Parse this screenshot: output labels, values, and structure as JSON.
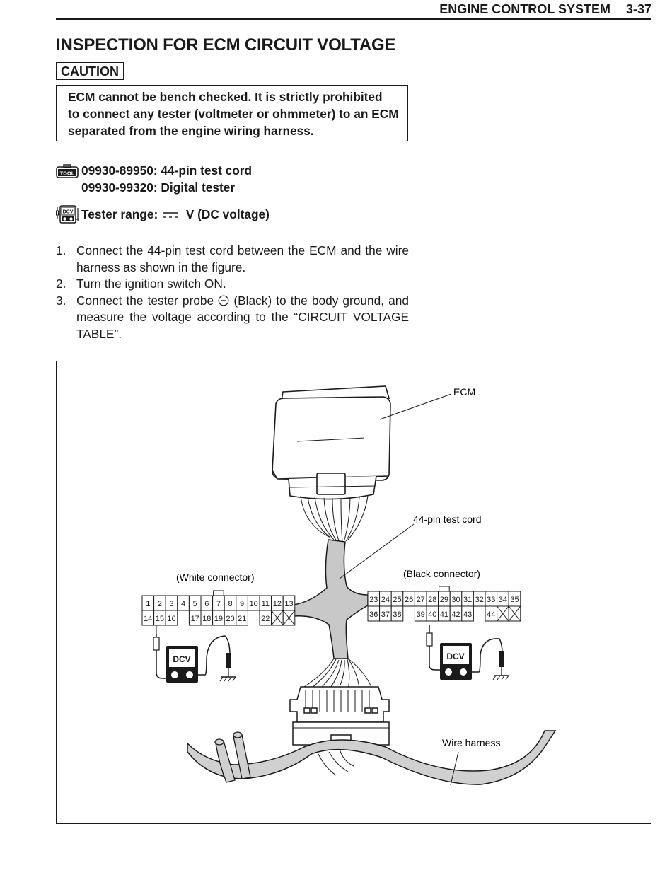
{
  "header": {
    "section": "ENGINE CONTROL SYSTEM",
    "page": "3-37"
  },
  "title": "INSPECTION FOR ECM CIRCUIT VOLTAGE",
  "caution": {
    "label": "CAUTION",
    "lines": [
      "ECM cannot be bench checked. It is strictly prohibited",
      "to connect any tester (voltmeter or ohmmeter) to an ECM",
      "separated from the engine wiring harness."
    ]
  },
  "tools": {
    "icon": "tool-icon",
    "icon_text": "TOOL",
    "items": [
      "09930-89950: 44-pin test cord",
      "09930-99320: Digital tester"
    ]
  },
  "tester_range": {
    "icon": "dcv-tester-icon",
    "icon_text": "DCV",
    "label": "Tester range:",
    "value": "V (DC voltage)"
  },
  "steps": [
    {
      "num": "1.",
      "text": "Connect the 44-pin test cord between the ECM and the wire harness as shown in the figure."
    },
    {
      "num": "2.",
      "text": "Turn the ignition switch ON."
    },
    {
      "num": "3.",
      "pre": "Connect the tester probe",
      "post": "(Black) to the body ground, and measure the voltage according to the “CIRCUIT VOLTAGE TABLE”."
    }
  ],
  "figure": {
    "labels": {
      "ecm": "ECM",
      "test_cord": "44-pin test cord",
      "white_connector": "(White connector)",
      "black_connector": "(Black connector)",
      "wire_harness": "Wire harness",
      "tester_display": "DCV"
    },
    "white_connector": {
      "row1": [
        "1",
        "2",
        "3",
        "4",
        "5",
        "6",
        "7",
        "8",
        "9",
        "10",
        "11",
        "12",
        "13"
      ],
      "row2": [
        "14",
        "15",
        "16",
        "",
        "17",
        "18",
        "19",
        "20",
        "21",
        "",
        "22",
        "X",
        "X"
      ]
    },
    "black_connector": {
      "row1": [
        "23",
        "24",
        "25",
        "26",
        "27",
        "28",
        "29",
        "30",
        "31",
        "32",
        "33",
        "34",
        "35"
      ],
      "row2": [
        "36",
        "37",
        "38",
        "",
        "39",
        "40",
        "41",
        "42",
        "43",
        "",
        "44",
        "X",
        "X"
      ]
    }
  }
}
